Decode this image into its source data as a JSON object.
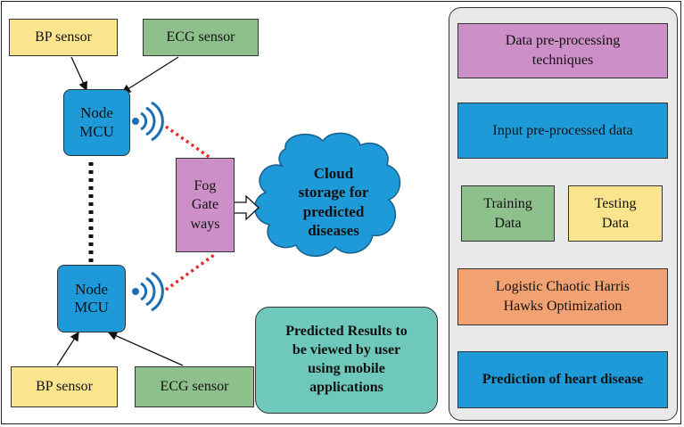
{
  "sensors": {
    "top_bp": "BP sensor",
    "top_ecg": "ECG sensor",
    "bottom_bp": "BP sensor",
    "bottom_ecg": "ECG sensor"
  },
  "node_mcu_top": "Node\nMCU",
  "node_mcu_bottom": "Node\nMCU",
  "fog_gateway": "Fog\nGate\nways",
  "cloud": "Cloud\nstorage for\npredicted\ndiseases",
  "predicted_results": "Predicted Results to\nbe viewed by user\nusing mobile\napplications",
  "pipeline": {
    "preprocessing": "Data pre-processing\ntechniques",
    "input": "Input pre-processed data",
    "training": "Training\nData",
    "testing": "Testing\nData",
    "optimization": "Logistic Chaotic Harris\nHawks Optimization",
    "prediction": "Prediction of heart disease"
  },
  "colors": {
    "sensor_bp": "#fbe48e",
    "sensor_ecg": "#8dc08a",
    "node_mcu": "#1e9ad8",
    "fog": "#cd8fc7",
    "cloud": "#1e9ad8",
    "predicted": "#6fc8bc",
    "optimization": "#f2a272"
  }
}
